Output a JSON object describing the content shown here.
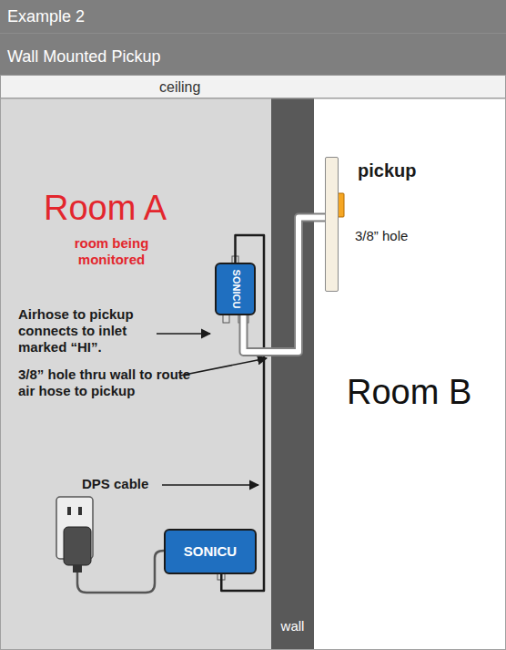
{
  "diagram": {
    "title": "Example 2",
    "nodes": [
      {
        "text": [
          "ceiling"
        ]
      },
      {
        "text": [
          "Room A",
          "room being monitored"
        ]
      },
      {
        "text": [
          "wall"
        ]
      },
      {
        "text": [
          "Room B"
        ]
      },
      {
        "text": [
          "SONICU"
        ],
        "in": 1
      },
      {
        "text": [
          "SONICU"
        ],
        "in": 1
      },
      {
        "text": [
          "pickup"
        ],
        "in": 3
      }
    ],
    "edges": [
      {
        "from": 5,
        "to": 4,
        "arrow": "none"
      },
      {
        "from": 4,
        "to": 6,
        "arrow": "none"
      }
    ],
    "labels": [
      "Wall Mounted Pickup",
      "3/8” hole",
      "Airhose to pickup connects to inlet marked “HI”.",
      "3/8” hole thru wall to route air hose to pickup",
      "DPS cable"
    ]
  }
}
